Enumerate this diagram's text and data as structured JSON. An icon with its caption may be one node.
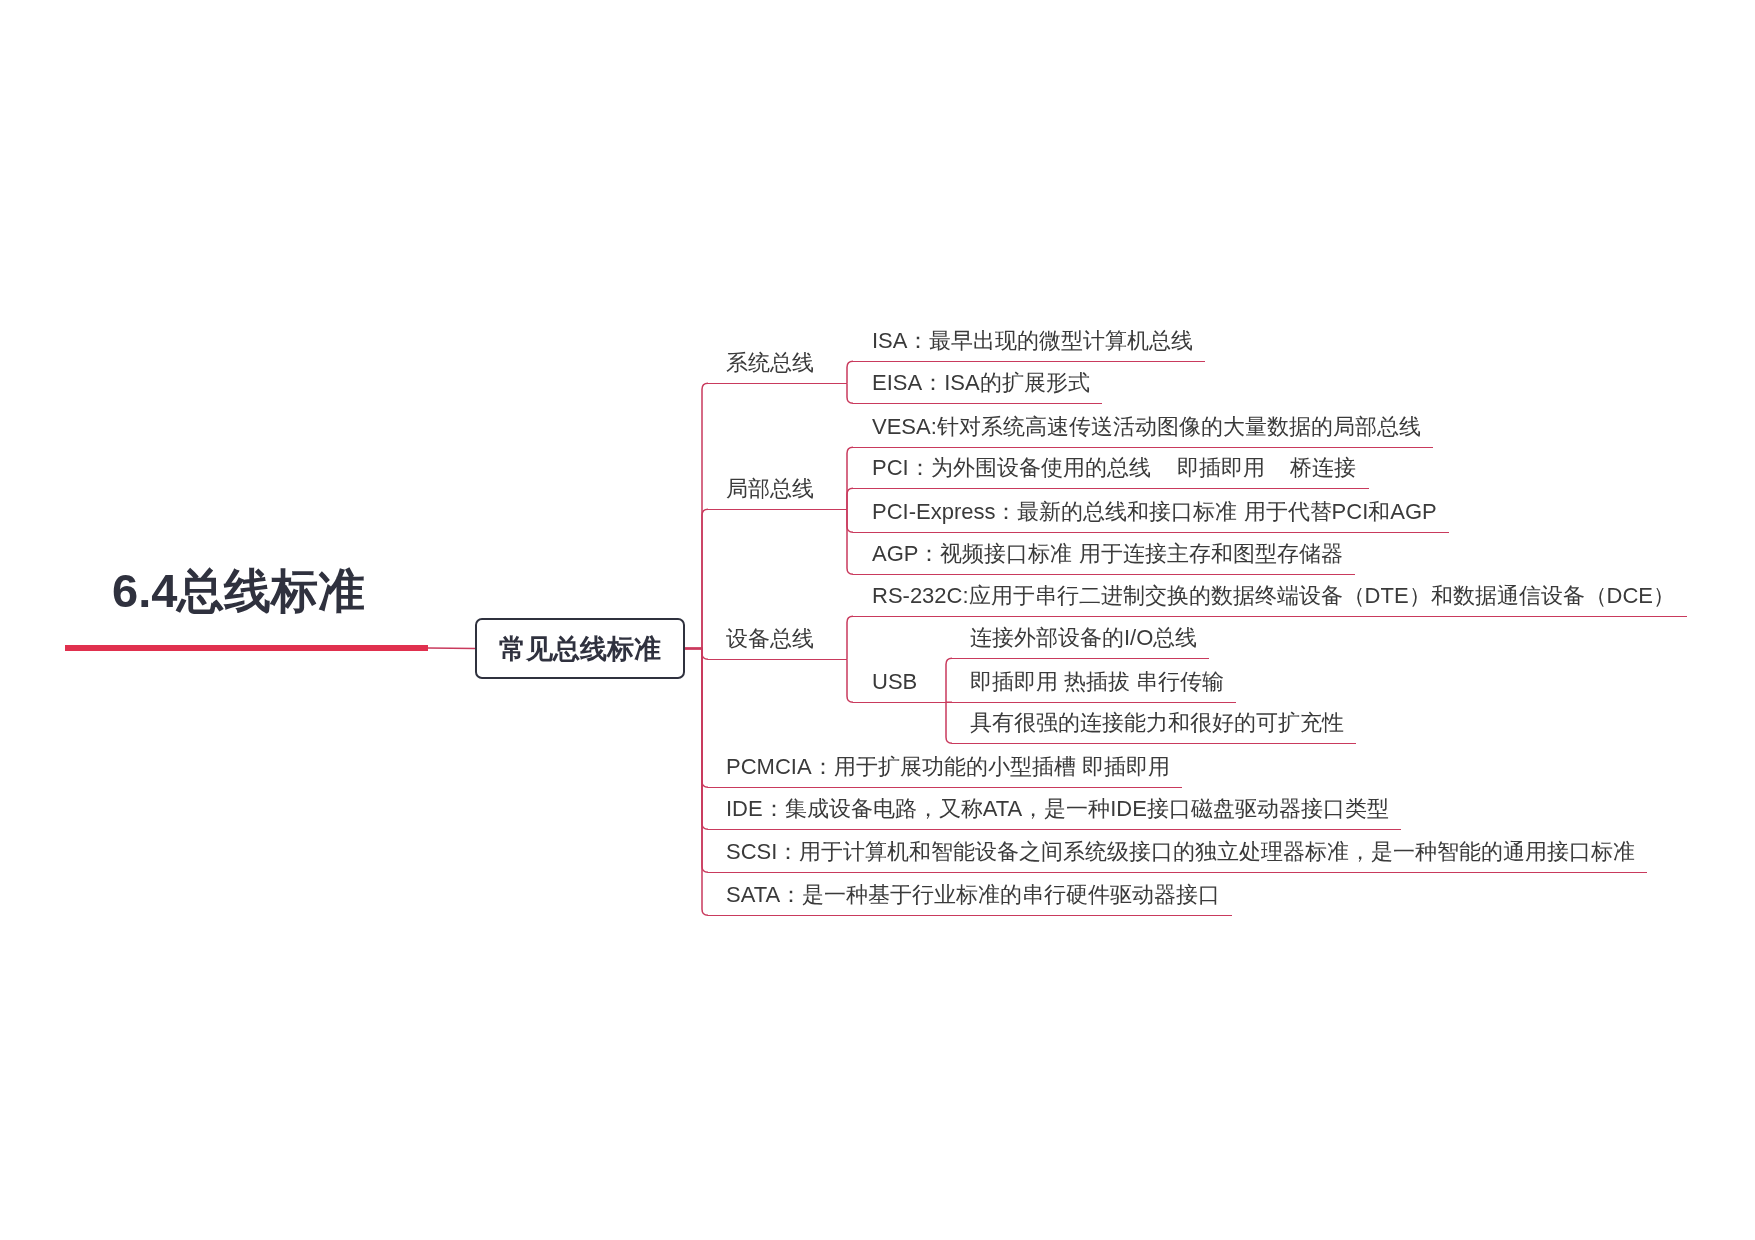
{
  "diagram": {
    "nodes": [
      {
        "text": [
          "6.4总线标准"
        ]
      },
      {
        "text": [
          "常见总线标准"
        ]
      },
      {
        "text": [
          "系统总线"
        ]
      },
      {
        "text": [
          "ISA：最早出现的微型计算机总线"
        ]
      },
      {
        "text": [
          "EISA：ISA的扩展形式"
        ]
      },
      {
        "text": [
          "局部总线"
        ]
      },
      {
        "text": [
          "VESA:针对系统高速传送活动图像的大量数据的局部总线"
        ]
      },
      {
        "text": [
          "PCI：为外围设备使用的总线 即插即用 桥连接"
        ]
      },
      {
        "text": [
          "PCI-Express：最新的总线和接口标准 用于代替PCI和AGP"
        ]
      },
      {
        "text": [
          "AGP：视频接口标准 用于连接主存和图型存储器"
        ]
      },
      {
        "text": [
          "设备总线"
        ]
      },
      {
        "text": [
          "RS-232C:应用于串行二进制交换的数据终端设备（DTE）和数据通信设备（DCE）"
        ]
      },
      {
        "text": [
          "USB"
        ]
      },
      {
        "text": [
          "连接外部设备的I/O总线"
        ]
      },
      {
        "text": [
          "即插即用 热插拔 串行传输"
        ]
      },
      {
        "text": [
          "具有很强的连接能力和很好的可扩充性"
        ]
      },
      {
        "text": [
          "PCMCIA：用于扩展功能的小型插槽 即插即用"
        ]
      },
      {
        "text": [
          "IDE：集成设备电路，又称ATA，是一种IDE接口磁盘驱动器接口类型"
        ]
      },
      {
        "text": [
          "SCSI：用于计算机和智能设备之间系统级接口的独立处理器标准，是一种智能的通用接口标准"
        ]
      },
      {
        "text": [
          "SATA：是一种基于行业标准的串行硬件驱动器接口"
        ]
      }
    ],
    "edges": [
      {
        "from": 0,
        "to": 1,
        "arrow": "none"
      },
      {
        "from": 1,
        "to": 2,
        "arrow": "none"
      },
      {
        "from": 2,
        "to": 3,
        "arrow": "none"
      },
      {
        "from": 2,
        "to": 4,
        "arrow": "none"
      },
      {
        "from": 1,
        "to": 5,
        "arrow": "none"
      },
      {
        "from": 5,
        "to": 6,
        "arrow": "none"
      },
      {
        "from": 5,
        "to": 7,
        "arrow": "none"
      },
      {
        "from": 5,
        "to": 8,
        "arrow": "none"
      },
      {
        "from": 5,
        "to": 9,
        "arrow": "none"
      },
      {
        "from": 1,
        "to": 10,
        "arrow": "none"
      },
      {
        "from": 10,
        "to": 11,
        "arrow": "none"
      },
      {
        "from": 10,
        "to": 12,
        "arrow": "none"
      },
      {
        "from": 12,
        "to": 13,
        "arrow": "none"
      },
      {
        "from": 12,
        "to": 14,
        "arrow": "none"
      },
      {
        "from": 12,
        "to": 15,
        "arrow": "none"
      },
      {
        "from": 1,
        "to": 16,
        "arrow": "none"
      },
      {
        "from": 1,
        "to": 17,
        "arrow": "none"
      },
      {
        "from": 1,
        "to": 18,
        "arrow": "none"
      },
      {
        "from": 1,
        "to": 19,
        "arrow": "none"
      }
    ]
  }
}
